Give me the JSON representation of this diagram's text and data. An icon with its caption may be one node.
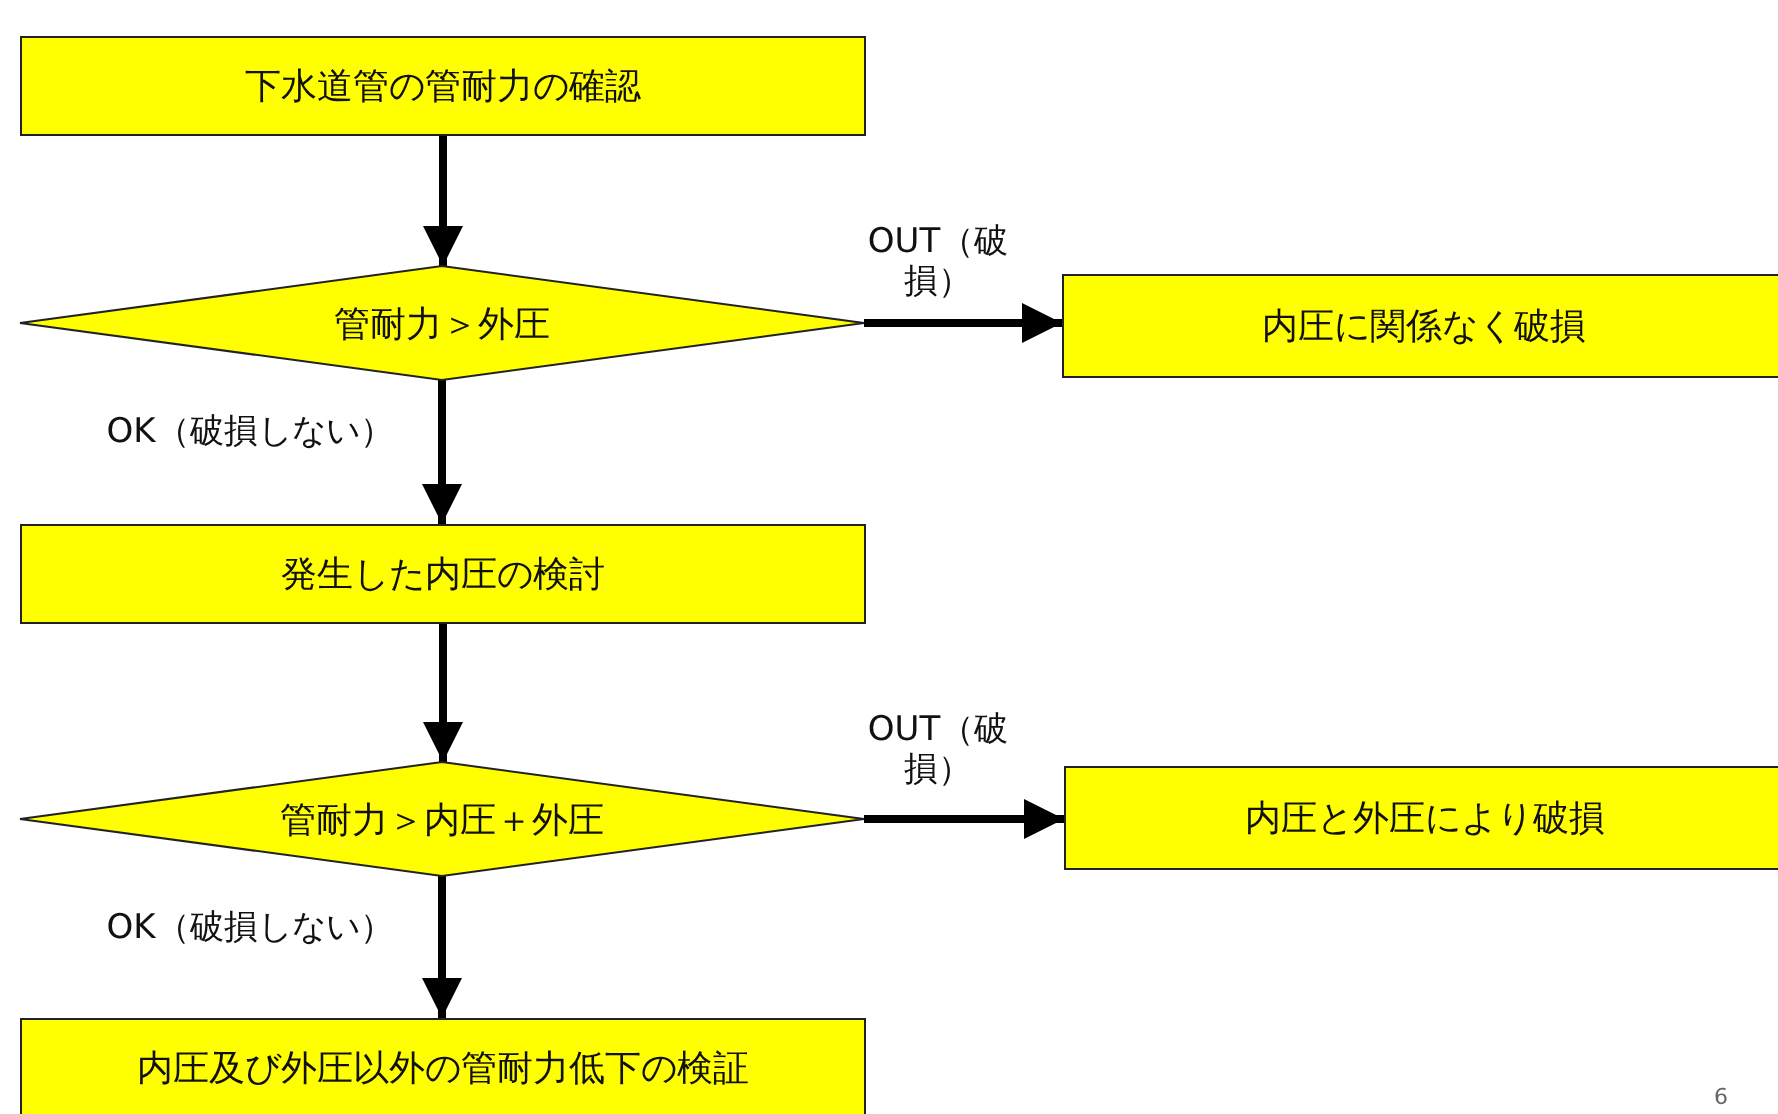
{
  "diagram": {
    "nodes": [
      {
        "text": [
          "下水道管の管耐力の確認"
        ]
      },
      {
        "text": [
          "管耐力＞外圧"
        ]
      },
      {
        "text": [
          "内圧に関係なく破損"
        ]
      },
      {
        "text": [
          "発生した内圧の検討"
        ]
      },
      {
        "text": [
          "管耐力＞内圧＋外圧"
        ]
      },
      {
        "text": [
          "内圧と外圧により破損"
        ]
      },
      {
        "text": [
          "内圧及び外圧以外の管耐力低下の検証"
        ]
      }
    ],
    "edges": [
      {
        "from": 0,
        "to": 1,
        "arrow": "to"
      },
      {
        "from": 1,
        "to": 2,
        "arrow": "to",
        "label": "OUT（破損）"
      },
      {
        "from": 1,
        "to": 3,
        "arrow": "to",
        "label": "OK（破損しない）"
      },
      {
        "from": 3,
        "to": 4,
        "arrow": "to"
      },
      {
        "from": 4,
        "to": 5,
        "arrow": "to",
        "label": "OUT（破損）"
      },
      {
        "from": 4,
        "to": 6,
        "arrow": "to",
        "label": "OK（破損しない）"
      }
    ],
    "labels": [
      "6"
    ]
  }
}
